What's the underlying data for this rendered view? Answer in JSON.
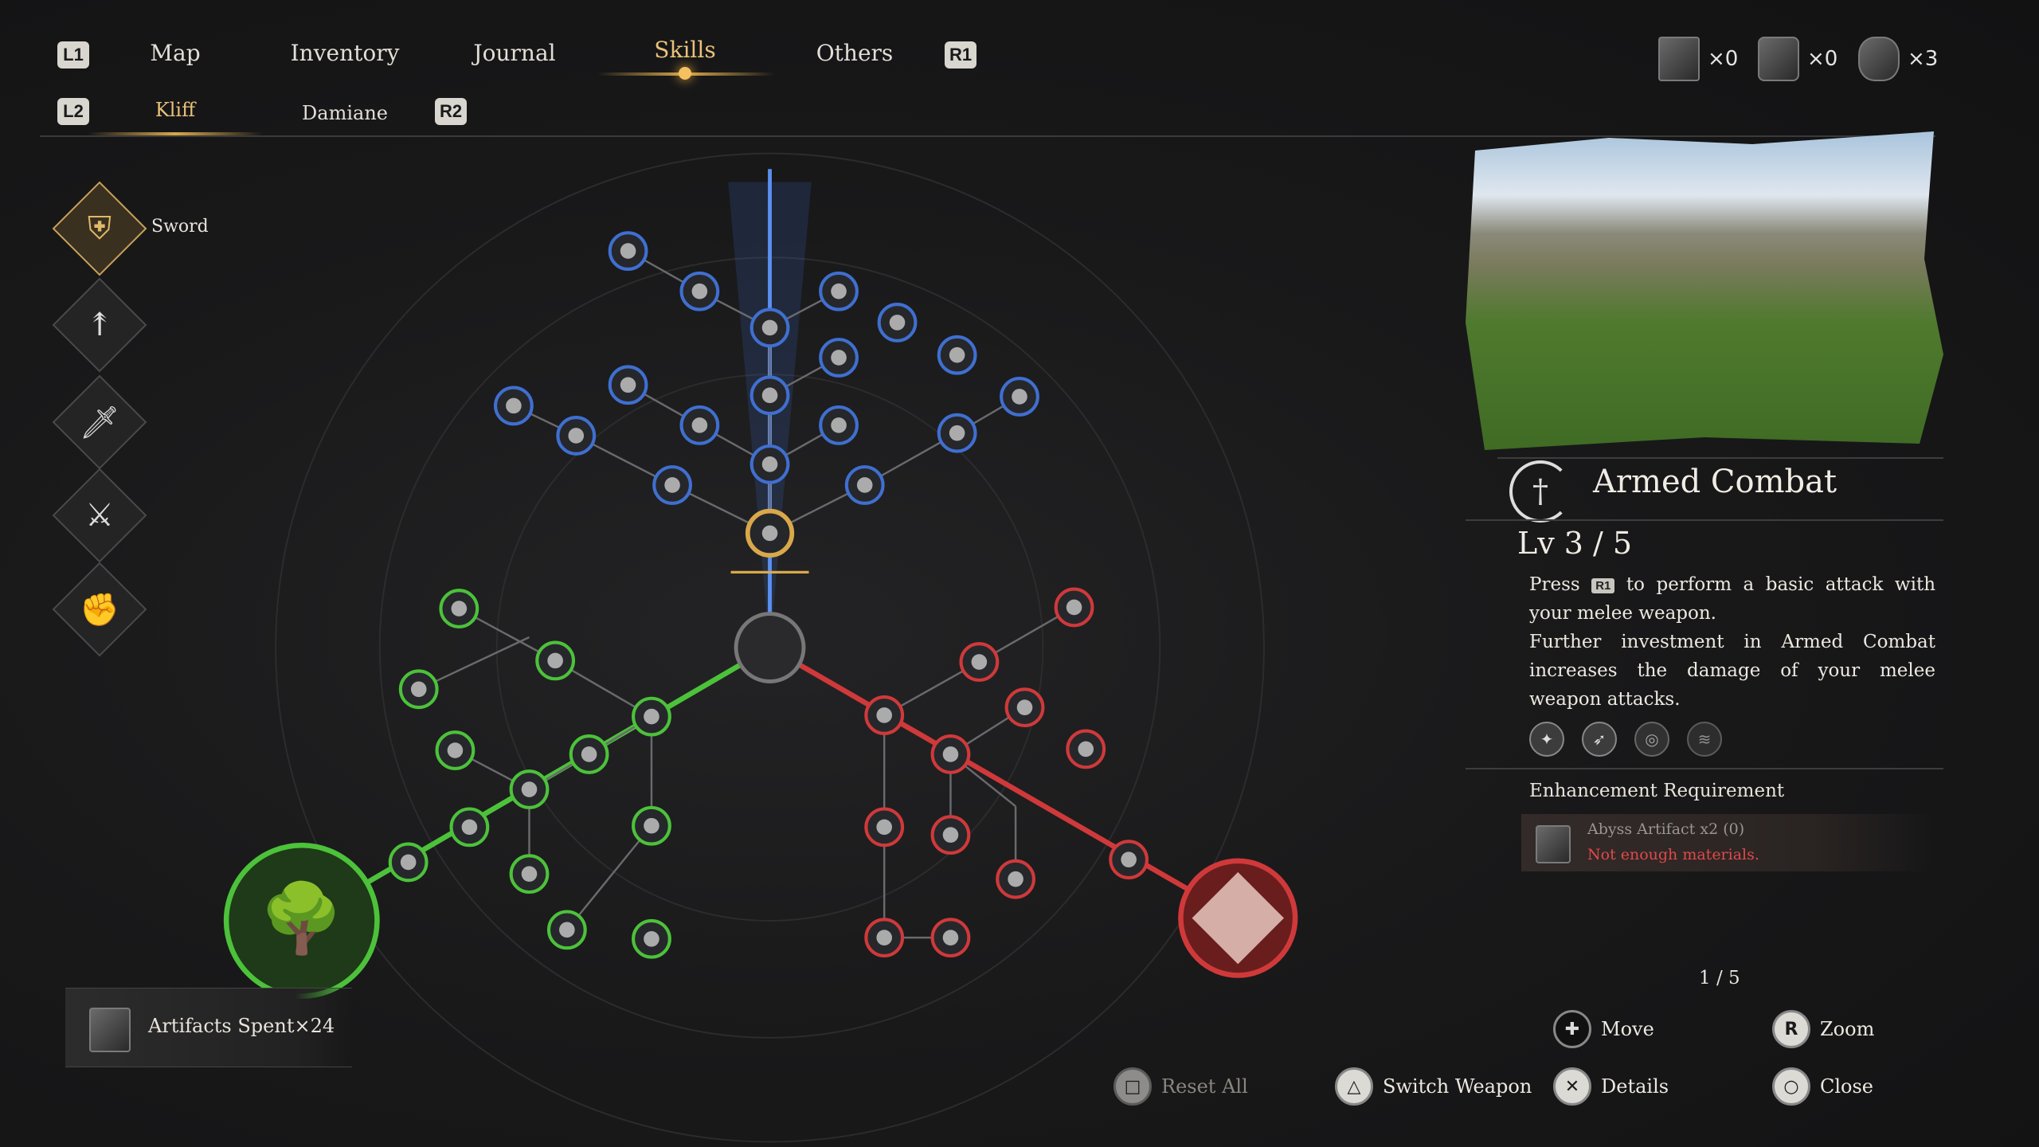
{
  "nav": {
    "left_key": "L1",
    "right_key": "R1",
    "tabs": [
      {
        "label": "Map"
      },
      {
        "label": "Inventory"
      },
      {
        "label": "Journal"
      },
      {
        "label": "Skills",
        "active": true
      },
      {
        "label": "Others"
      }
    ]
  },
  "characters": {
    "left_key": "L2",
    "right_key": "R2",
    "tabs": [
      {
        "label": "Kliff",
        "active": true
      },
      {
        "label": "Damiane"
      }
    ]
  },
  "currencies": [
    {
      "icon": "abyss-artifact-icon",
      "count": "×0"
    },
    {
      "icon": "hollow-cube-icon",
      "count": "×0"
    },
    {
      "icon": "rune-stone-icon",
      "count": "×3"
    }
  ],
  "weapons": {
    "selected_label": "Sword",
    "items": [
      {
        "icon": "shield-sword-icon"
      },
      {
        "icon": "spear-icon"
      },
      {
        "icon": "dagger-icon"
      },
      {
        "icon": "crossed-swords-icon"
      },
      {
        "icon": "fist-icon"
      }
    ]
  },
  "skill_tree": {
    "branch_colors": {
      "top": "#3f6fd0",
      "left": "#4cc23a",
      "right": "#d0393a",
      "selected": "#d9a84a"
    }
  },
  "details": {
    "title": "Armed Combat",
    "level": "Lv 3 / 5",
    "desc_press": "Press",
    "desc_key": "R1",
    "desc_rest": "to perform a basic attack with your melee weapon.",
    "desc_line2": "Further investment in Armed Combat increases the damage of your melee weapon attacks.",
    "related_icons": [
      "flame-slash-icon",
      "charge-icon",
      "swirl-icon",
      "claw-icon"
    ],
    "enhancement_label": "Enhancement Requirement",
    "requirement_item": "Abyss Artifact  x2 (0)",
    "requirement_status": "Not enough materials.",
    "page": "1 / 5"
  },
  "artifacts_spent": "Artifacts  Spent×24",
  "prompts": {
    "move": "Move",
    "zoom": "Zoom",
    "reset": "Reset  All",
    "switch": "Switch  Weapon",
    "details": "Details",
    "close": "Close"
  }
}
